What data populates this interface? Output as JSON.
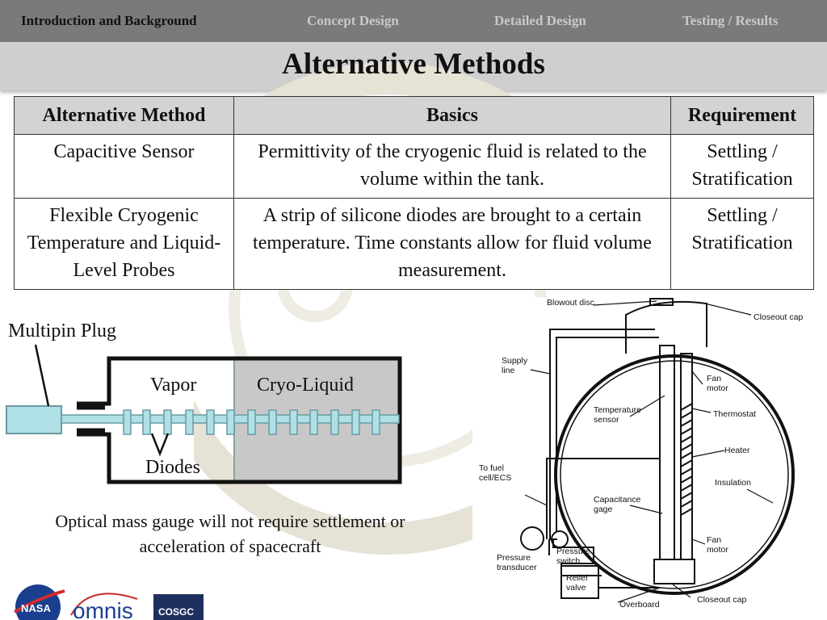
{
  "nav": {
    "tabs": [
      {
        "label": "Introduction and Background",
        "active": true
      },
      {
        "label": "Concept Design",
        "active": false
      },
      {
        "label": "Detailed Design",
        "active": false
      },
      {
        "label": "Testing / Results",
        "active": false
      }
    ]
  },
  "slide": {
    "title": "Alternative Methods"
  },
  "table": {
    "headers": [
      "Alternative Method",
      "Basics",
      "Requirement"
    ],
    "rows": [
      {
        "method": "Capacitive Sensor",
        "basics": "Permittivity of the cryogenic fluid is related to the volume within the tank.",
        "requirement": "Settling / Stratification"
      },
      {
        "method": "Flexible Cryogenic Temperature and Liquid-Level Probes",
        "basics": "A strip of silicone diodes are brought to a certain temperature. Time constants allow for fluid volume measurement.",
        "requirement": "Settling / Stratification"
      }
    ]
  },
  "gauge_diagram": {
    "plug_label": "Multipin Plug",
    "vapor_label": "Vapor",
    "liquid_label": "Cryo-Liquid",
    "diodes_label": "Diodes"
  },
  "caption": "Optical mass gauge will not require settlement or acceleration of spacecraft",
  "tank_figure": {
    "labels": {
      "blowout_disc": "Blowout disc",
      "closeout_cap_top": "Closeout cap",
      "supply_line_1": "Supply",
      "supply_line_2": "line",
      "fan_motor_top_1": "Fan",
      "fan_motor_top_2": "motor",
      "temp_sensor_1": "Temperature",
      "temp_sensor_2": "sensor",
      "thermostat": "Thermostat",
      "heater": "Heater",
      "to_fuel_1": "To fuel",
      "to_fuel_2": "cell/ECS",
      "insulation": "Insulation",
      "capacitance_1": "Capacitance",
      "capacitance_2": "gage",
      "fan_motor_bottom_1": "Fan",
      "fan_motor_bottom_2": "motor",
      "pressure_transducer_1": "Pressure",
      "pressure_transducer_2": "transducer",
      "pressure_switch_1": "Pressure",
      "pressure_switch_2": "switch",
      "relief_valve_1": "Relief",
      "relief_valve_2": "valve",
      "overboard": "Overboard",
      "closeout_cap_bottom": "Closeout cap"
    }
  },
  "logos": {
    "nasa": "NASA",
    "omnis": "omnis",
    "cosgc": "COSGC"
  },
  "colors": {
    "nav_bg": "#7a7a7a",
    "title_bg": "#cfcfcf",
    "probe_blue": "#aee0e6",
    "liquid_gray": "#c8c8c8"
  }
}
